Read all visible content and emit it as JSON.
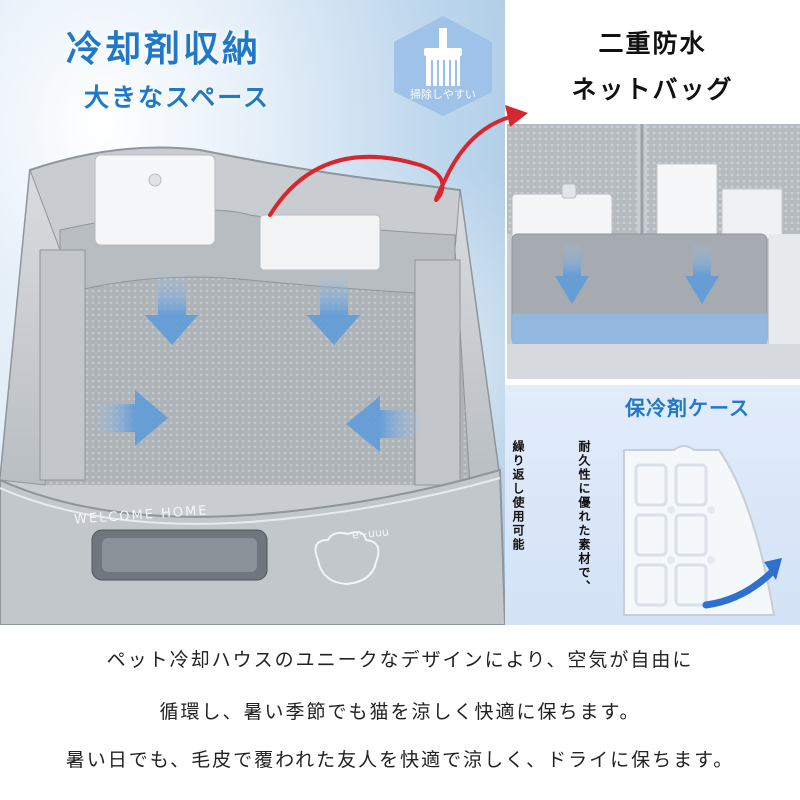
{
  "left_panel": {
    "title": "冷却剤収納",
    "subtitle": "大きなスペース",
    "badge_text": "掃除しやすい",
    "box_print_text": "WELCOME HOME",
    "box_small_text": "e~uuu"
  },
  "right_top": {
    "title_line1": "二重防水",
    "title_line2": "ネットバッグ"
  },
  "right_bottom": {
    "title": "保冷剤ケース",
    "vertical_text_1": "耐久性に優れた素材で、",
    "vertical_text_2": "繰り返し使用可能"
  },
  "description": {
    "line1": "ペット冷却ハウスのユニークなデザインにより、空気が自由に",
    "line2": "循環し、暑い季節でも猫を涼しく快適に保ちます。",
    "line3": "暑い日でも、毛皮で覆われた友人を快適で涼しく、ドライに保ちます。"
  },
  "colors": {
    "accent_blue": "#1f78c8",
    "arrow_red": "#d8262e",
    "panel_blue": "#8fb8e6"
  },
  "icons": [
    "broom-icon",
    "down-arrow-icon",
    "curved-arrow-icon"
  ]
}
